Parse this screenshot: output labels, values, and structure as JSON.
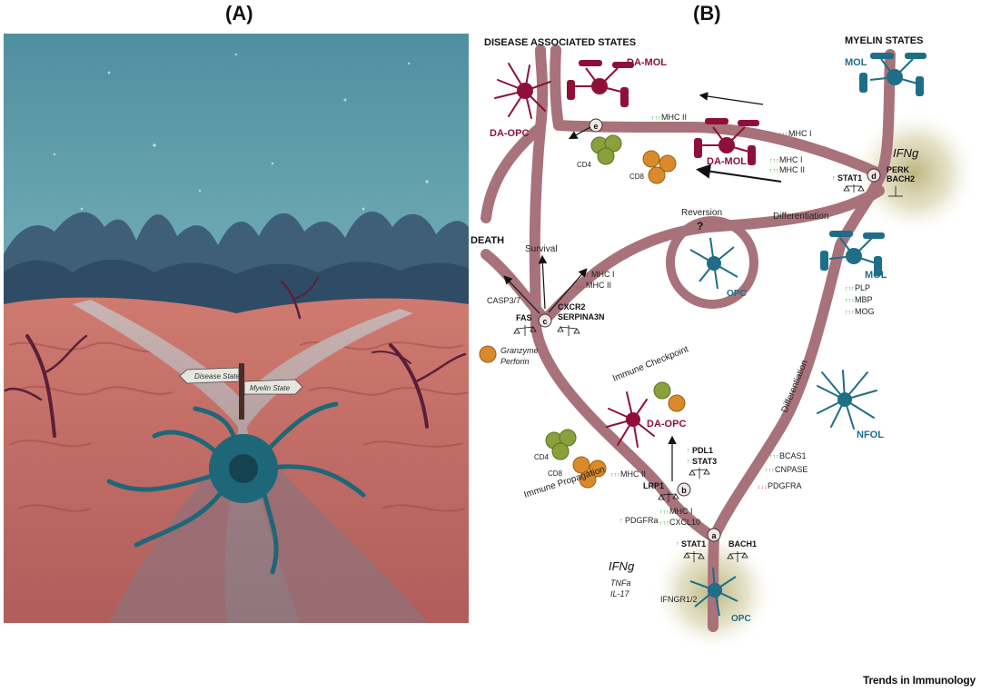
{
  "panel_a": {
    "label": "(A)",
    "signpost_left": "Disease State",
    "signpost_right": "Myelin State"
  },
  "panel_b": {
    "label": "(B)",
    "headers": {
      "disease_states": "DISEASE ASSOCIATED STATES",
      "myelin_states": "MYELIN STATES"
    },
    "cells": {
      "da_mol_top": "DA-MOL",
      "da_opc_top": "DA-OPC",
      "da_mol_mid": "DA-MOL",
      "mol_top": "MOL",
      "mol_mid": "MOL",
      "opc_loop": "OPC",
      "da_opc_mid": "DA-OPC",
      "nfol": "NFOL",
      "opc_bottom": "OPC"
    },
    "nodes": {
      "a": "a",
      "b": "b",
      "c": "c",
      "d": "d",
      "e": "e"
    },
    "path_labels": {
      "reversion": "Reversion",
      "question": "?",
      "differentiation_top": "Differentiation",
      "differentiation_side": "Differentiation",
      "death": "DEATH",
      "survival": "Survival",
      "immune_checkpoint": "Immune Checkpoint",
      "immune_propagation": "Immune Propagation"
    },
    "ifng_top": "IFNg",
    "ifng_bottom": "IFNg",
    "cytokines": {
      "tnfa": "TNFa",
      "il17": "IL-17"
    },
    "receptor": "IFNGR1/2",
    "markers": {
      "e_mhc2": "MHC II",
      "mhc1_top": "MHC I",
      "mid_mhc1": "MHC I",
      "mid_mhc2": "MHC II",
      "stat1_d": "STAT1",
      "perk": "PERK",
      "bach2": "BACH2",
      "c_mhc1": "MHC I",
      "c_mhc2": "MHC II",
      "casp": "CASP3/7",
      "fas": "FAS",
      "cxcr2": "CXCR2",
      "serpina3n": "SERPINA3N",
      "granzyme": "Granzyme",
      "perforin": "Perforin",
      "plp": "PLP",
      "mbp": "MBP",
      "mog": "MOG",
      "pdl1": "PDL1",
      "stat3": "STAT3",
      "b_mhc2": "MHC II",
      "lrp1": "LRP1",
      "a_mhc1": "MHC I",
      "cxcl10": "CXCL10",
      "pdgfra_a": "PDGFRa",
      "stat1_a": "STAT1",
      "bach1": "BACH1",
      "bcas1": "BCAS1",
      "cnpase": "CNPASE",
      "pdgfra_n": "PDGFRA"
    },
    "immune_cells": {
      "cd4_top": "CD4",
      "cd8_top": "CD8",
      "cd4_bottom": "CD4",
      "cd8_bottom": "CD8"
    },
    "arrows_up": "↑↑↑",
    "arrow_up_one": "↑",
    "arrows_down": "↓↓↓",
    "arrow_down_one": "↓"
  },
  "footer": "Trends in Immunology"
}
